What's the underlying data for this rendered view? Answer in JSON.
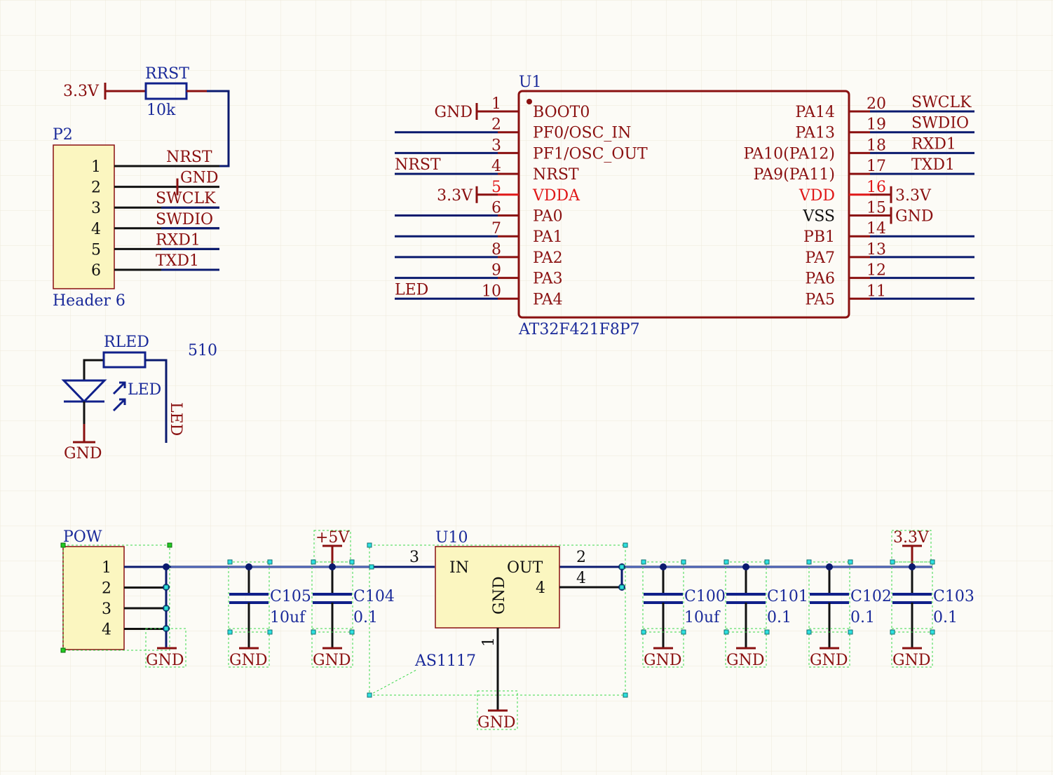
{
  "colors": {
    "background": "#fcfbf6",
    "component_red": "#8a1010",
    "label_blue": "#1a2a9a",
    "power_pin_red": "#e01818",
    "wire_blue": "#10208a",
    "chip_fill": "#fbf6c0",
    "selection_green": "#3ad84a",
    "handle_cyan": "#2ee0e0"
  },
  "rrst": {
    "designator": "RRST",
    "value": "10k",
    "supply": "3.3V"
  },
  "p2": {
    "designator": "P2",
    "comment": "Header 6",
    "pins": [
      "1",
      "2",
      "3",
      "4",
      "5",
      "6"
    ],
    "nets": [
      "NRST",
      "GND",
      "SWCLK",
      "SWDIO",
      "RXD1",
      "TXD1"
    ]
  },
  "u1": {
    "designator": "U1",
    "comment": "AT32F421F8P7",
    "left_pins": [
      {
        "num": "1",
        "name": "BOOT0",
        "net": "GND"
      },
      {
        "num": "2",
        "name": "PF0/OSC_IN",
        "net": ""
      },
      {
        "num": "3",
        "name": "PF1/OSC_OUT",
        "net": ""
      },
      {
        "num": "4",
        "name": "NRST",
        "net": "NRST"
      },
      {
        "num": "5",
        "name": "VDDA",
        "net": "3.3V"
      },
      {
        "num": "6",
        "name": "PA0",
        "net": ""
      },
      {
        "num": "7",
        "name": "PA1",
        "net": ""
      },
      {
        "num": "8",
        "name": "PA2",
        "net": ""
      },
      {
        "num": "9",
        "name": "PA3",
        "net": ""
      },
      {
        "num": "10",
        "name": "PA4",
        "net": "LED"
      }
    ],
    "right_pins": [
      {
        "num": "20",
        "name": "PA14",
        "net": "SWCLK"
      },
      {
        "num": "19",
        "name": "PA13",
        "net": "SWDIO"
      },
      {
        "num": "18",
        "name": "PA10(PA12)",
        "net": "RXD1"
      },
      {
        "num": "17",
        "name": "PA9(PA11)",
        "net": "TXD1"
      },
      {
        "num": "16",
        "name": "VDD",
        "net": "3.3V"
      },
      {
        "num": "15",
        "name": "VSS",
        "net": "GND"
      },
      {
        "num": "14",
        "name": "PB1",
        "net": ""
      },
      {
        "num": "13",
        "name": "PA7",
        "net": ""
      },
      {
        "num": "12",
        "name": "PA6",
        "net": ""
      },
      {
        "num": "11",
        "name": "PA5",
        "net": ""
      }
    ]
  },
  "led": {
    "resistor": "RLED",
    "resistor_value": "510",
    "diode": "LED",
    "net": "LED",
    "ground": "GND"
  },
  "pow": {
    "designator": "POW",
    "pins": [
      "1",
      "2",
      "3",
      "4"
    ],
    "ground": "GND"
  },
  "u10": {
    "designator": "U10",
    "comment": "AS1117",
    "in_label": "IN",
    "out_label": "OUT",
    "gnd_label": "GND",
    "pin_in": "3",
    "pin_out": "2",
    "pin_out2": "4",
    "pin_out2_inner": "4",
    "pin_gnd": "1",
    "ground": "GND"
  },
  "supply_5v": "+5V",
  "supply_33v": "3.3V",
  "capacitors": [
    {
      "designator": "C105",
      "value": "10uf",
      "ground": "GND"
    },
    {
      "designator": "C104",
      "value": "0.1",
      "ground": "GND"
    },
    {
      "designator": "C100",
      "value": "10uf",
      "ground": "GND"
    },
    {
      "designator": "C101",
      "value": "0.1",
      "ground": "GND"
    },
    {
      "designator": "C102",
      "value": "0.1",
      "ground": "GND"
    },
    {
      "designator": "C103",
      "value": "0.1",
      "ground": "GND"
    }
  ]
}
